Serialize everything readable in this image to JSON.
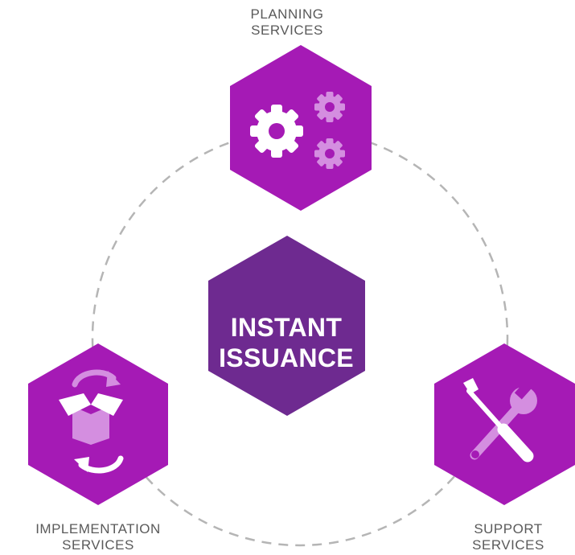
{
  "colors": {
    "node": "#a51ab5",
    "center": "#6e2a90",
    "icon_white": "#ffffff",
    "icon_light": "#d48ee0",
    "connector": "#b5b5b5",
    "label_text": "#5a5a5a"
  },
  "center": {
    "line1": "INSTANT",
    "line2": "ISSUANCE"
  },
  "nodes": {
    "planning": {
      "line1": "PLANNING",
      "line2": "SERVICES",
      "icon": "gears-icon"
    },
    "implementation": {
      "line1": "IMPLEMENTATION",
      "line2": "SERVICES",
      "icon": "box-refresh-icon"
    },
    "support": {
      "line1": "SUPPORT",
      "line2": "SERVICES",
      "icon": "screwdriver-wrench-icon"
    }
  },
  "connector": "dashed-circle"
}
